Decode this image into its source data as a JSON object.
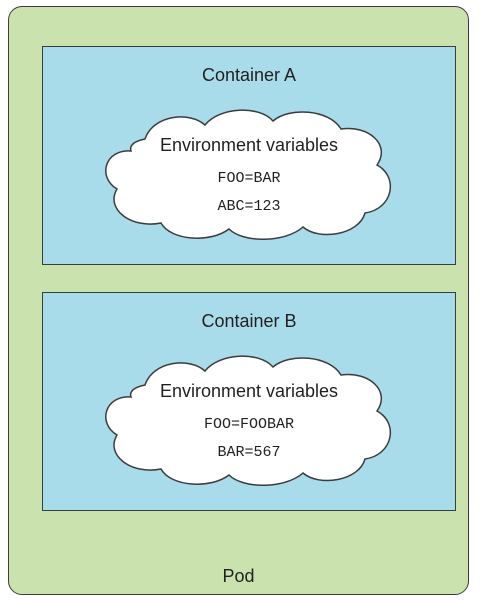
{
  "pod": {
    "label": "Pod",
    "containers": [
      {
        "title": "Container A",
        "env_heading": "Environment variables",
        "env_vars": [
          "FOO=BAR",
          "ABC=123"
        ]
      },
      {
        "title": "Container B",
        "env_heading": "Environment variables",
        "env_vars": [
          "FOO=FOOBAR",
          "BAR=567"
        ]
      }
    ]
  },
  "colors": {
    "pod_fill": "#c9e2ae",
    "container_fill": "#a9dcea",
    "cloud_fill": "#ffffff",
    "stroke": "#3c3c3c"
  }
}
